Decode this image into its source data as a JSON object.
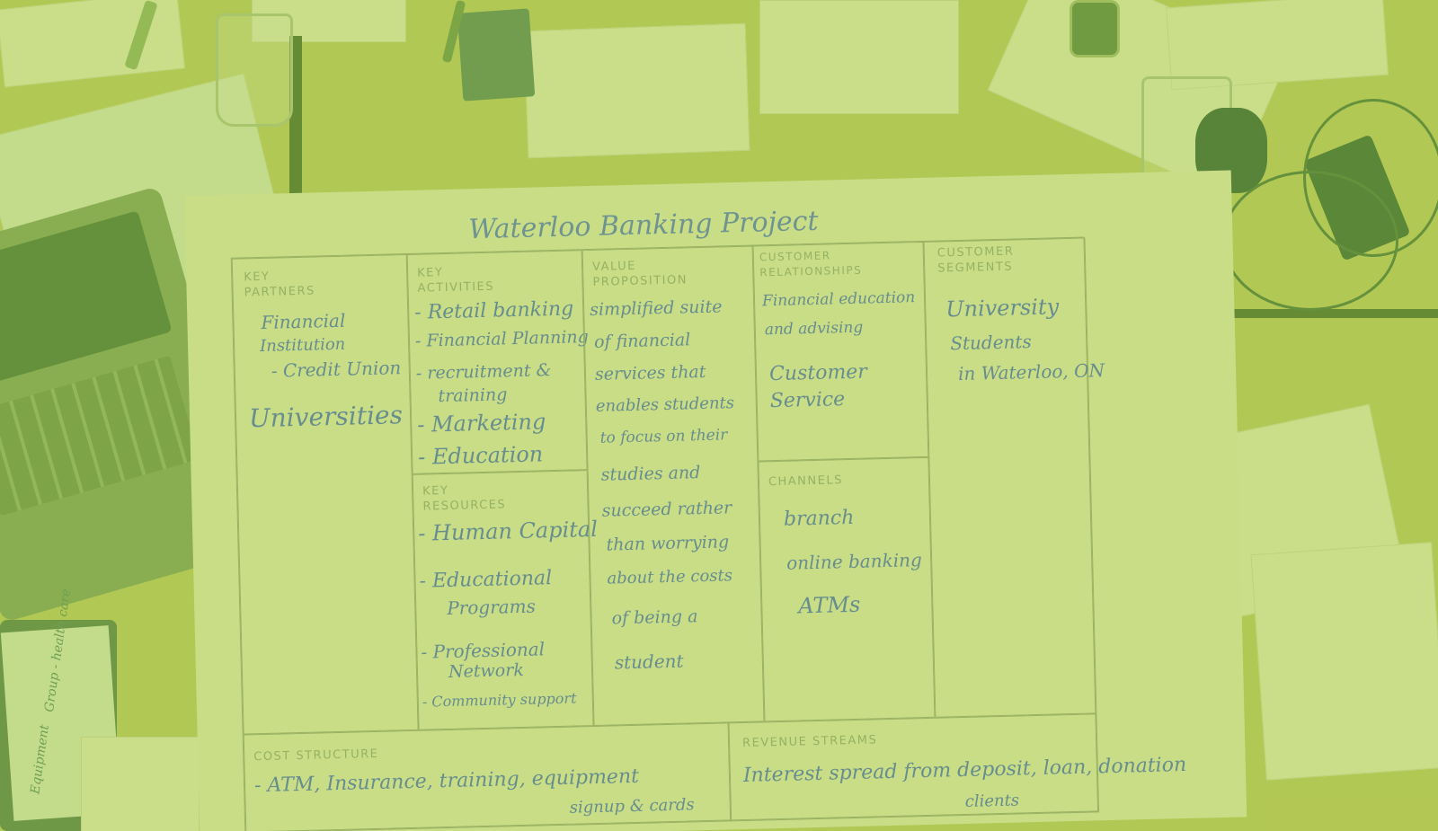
{
  "poster": {
    "title": "Waterloo Banking Project",
    "key_partners": {
      "header": "KEY PARTNERS",
      "items": [
        "Financial",
        "Institution",
        "- Credit Union",
        "Universities"
      ]
    },
    "key_activities": {
      "header": "KEY ACTIVITIES",
      "items": [
        "- Retail banking",
        "- Financial Planning",
        "- recruitment &",
        "training",
        "- Marketing",
        "- Education"
      ]
    },
    "key_resources": {
      "header": "KEY RESOURCES",
      "items": [
        "- Human Capital",
        "- Educational",
        "Programs",
        "- Professional",
        "Network",
        "- Community support"
      ]
    },
    "value_proposition": {
      "header": "VALUE PROPOSITION",
      "lines": [
        "simplified suite",
        "of financial",
        "services that",
        "enables students",
        "to focus on their",
        "studies and",
        "succeed rather",
        "than worrying",
        "about the costs",
        "of being a",
        "student"
      ]
    },
    "customer_relationships": {
      "header": "CUSTOMER RELATIONSHIPS",
      "items": [
        "Financial education",
        "and advising",
        "Customer",
        "Service"
      ]
    },
    "channels": {
      "header": "CHANNELS",
      "items": [
        "branch",
        "online banking",
        "ATMs"
      ]
    },
    "customer_segments": {
      "header": "CUSTOMER SEGMENTS",
      "items": [
        "University",
        "Students",
        "in Waterloo, ON"
      ]
    },
    "cost_structure": {
      "header": "COST STRUCTURE",
      "lines": [
        "- ATM, Insurance, training, equipment",
        "signup & cards"
      ]
    },
    "revenue_streams": {
      "header": "REVENUE STREAMS",
      "lines": [
        "Interest spread from deposit, loan, donation",
        "clients"
      ]
    }
  },
  "background": {
    "marker_note": [
      "Group - health care",
      "Equipment"
    ]
  },
  "colors": {
    "table": "#b8c85a",
    "paper": "#d7e5a0",
    "ink": "#4f76ab",
    "header_text": "#8fa96e",
    "tint": "#a5c846"
  }
}
